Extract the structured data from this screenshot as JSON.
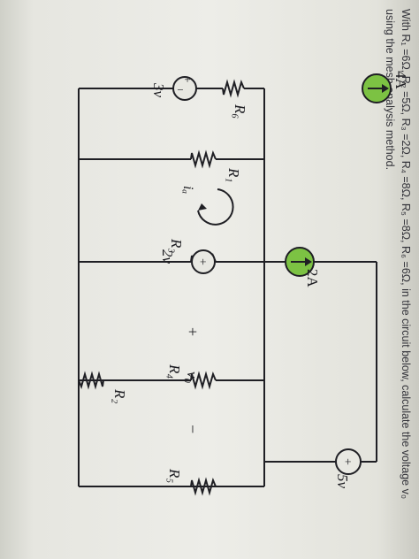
{
  "problem": {
    "line1": "With R₁ =6Ω, R₂ =5Ω, R₃ =2Ω, R₄ =8Ω, R₅ =8Ω, R₆ =6Ω, in the circuit below, calculate the voltage v₀",
    "line2": "using the mesh analysis method."
  },
  "circuit": {
    "current_source_top": "4A",
    "current_source_mid": "2A",
    "r1": "R₁",
    "r2": "R₂",
    "r3": "R₃",
    "r4": "R₄",
    "r5": "R₅",
    "r6": "R₆",
    "mesh_current": "iₐ",
    "vsrc_left": "3v",
    "vsrc_mid": "2v",
    "vsrc_right": "5v",
    "v0": "v₀",
    "plus": "+",
    "minus": "−"
  },
  "colors": {
    "source_fill": "#7cc243",
    "wire": "#1f1f24"
  }
}
